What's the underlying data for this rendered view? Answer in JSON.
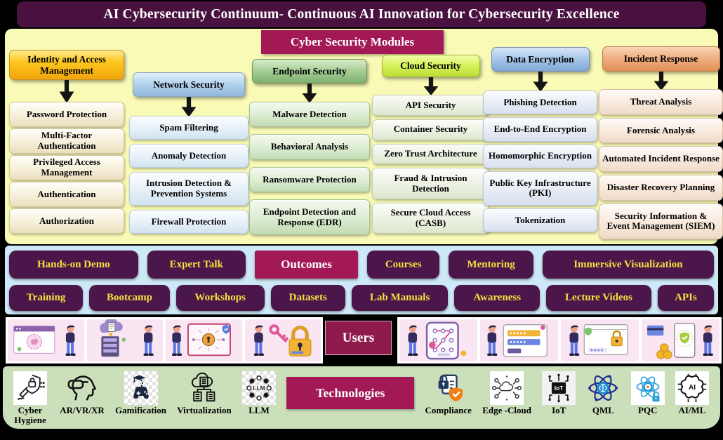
{
  "title": "AI Cybersecurity Continuum- Continuous AI Innovation for Cybersecurity Excellence",
  "modules_banner": "Cyber Security Modules",
  "columns": [
    {
      "header": "Identity and Access Management",
      "items": [
        "Password Protection",
        "Multi-Factor Authentication",
        "Privileged Access Management",
        "Authentication",
        "Authorization"
      ]
    },
    {
      "header": "Network Security",
      "items": [
        "Spam Filtering",
        "Anomaly Detection",
        "Intrusion Detection & Prevention Systems",
        "Firewall Protection"
      ]
    },
    {
      "header": "Endpoint Security",
      "items": [
        "Malware Detection",
        "Behavioral Analysis",
        "Ransomware Protection",
        "Endpoint Detection and Response (EDR)"
      ]
    },
    {
      "header": "Cloud Security",
      "items": [
        "API Security",
        "Container Security",
        "Zero Trust Architecture",
        "Fraud & Intrusion Detection",
        "Secure Cloud Access (CASB)"
      ]
    },
    {
      "header": "Data Encryption",
      "items": [
        "Phishing Detection",
        "End-to-End Encryption",
        "Homomorphic Encryption",
        "Public Key Infrastructure (PKI)",
        "Tokenization"
      ]
    },
    {
      "header": "Incident Response",
      "items": [
        "Threat Analysis",
        "Forensic Analysis",
        "Automated Incident Response",
        "Disaster Recovery Planning",
        "Security Information & Event Management (SIEM)"
      ]
    }
  ],
  "offerings": {
    "row1": [
      "Hands-on Demo",
      "Expert Talk",
      "Outcomes",
      "Courses",
      "Mentoring",
      "Immersive Visualization"
    ],
    "row2": [
      "Training",
      "Bootcamp",
      "Workshops",
      "Datasets",
      "Lab Manuals",
      "Awareness",
      "Lecture Videos",
      "APIs"
    ]
  },
  "users_label": "Users",
  "technologies_label": "Technologies",
  "technologies": [
    {
      "label": "Cyber Hygiene",
      "icon": "cyber-hygiene-icon"
    },
    {
      "label": "AR/VR/XR",
      "icon": "ar-vr-xr-icon"
    },
    {
      "label": "Gamification",
      "icon": "gamification-icon"
    },
    {
      "label": "Virtualization",
      "icon": "virtualization-icon"
    },
    {
      "label": "LLM",
      "icon": "llm-icon"
    },
    {
      "label": "Compliance",
      "icon": "compliance-icon"
    },
    {
      "label": "Edge -Cloud",
      "icon": "edge-cloud-icon"
    },
    {
      "label": "IoT",
      "icon": "iot-icon"
    },
    {
      "label": "QML",
      "icon": "qml-icon"
    },
    {
      "label": "PQC",
      "icon": "pqc-icon"
    },
    {
      "label": "AI/ML",
      "icon": "ai-ml-icon"
    }
  ],
  "icon_texts": {
    "llm": "LLM",
    "iot": "IoT",
    "ai": "AI"
  },
  "users_illustrations": [
    "ai-threat-analysis",
    "cloud-server-security",
    "network-lock-audit",
    "key-and-padlock",
    "pattern-lock",
    "password-entry",
    "secure-login",
    "secure-payment"
  ],
  "colors": {
    "banner_purple": "#48113f",
    "crimson": "#a21956",
    "pill_purple": "#4b164a",
    "pill_text_yellow": "#f2e23d",
    "panel_yellow": "#f9fab5",
    "panel_blue": "#cde9f7",
    "panel_green": "#cbe0ba"
  }
}
